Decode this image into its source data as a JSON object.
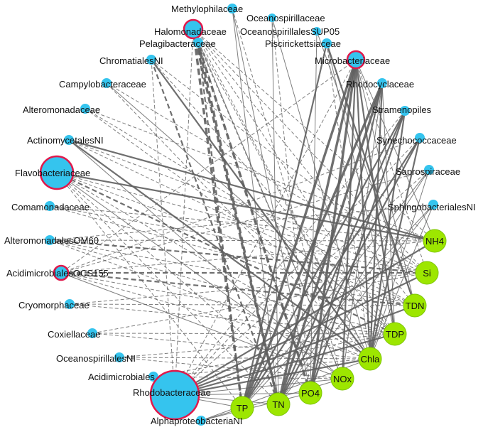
{
  "colors": {
    "taxon_fill": "#35c4ee",
    "hub_stroke": "#e0194b",
    "env_fill": "#9de600",
    "env_stroke": "#7cc400",
    "edge": "#5f5f5f"
  },
  "taxa": [
    {
      "id": "methylophilaceae",
      "label": "Methylophilaceae",
      "hub": false
    },
    {
      "id": "oceanospirillaceae",
      "label": "Oceanospirillaceae",
      "hub": false
    },
    {
      "id": "halomonadaceae",
      "label": "Halomonadaceae",
      "hub": true
    },
    {
      "id": "oceanospirillalessup05",
      "label": "OceanospirillalesSUP05",
      "hub": false
    },
    {
      "id": "pelagibacteraceae",
      "label": "Pelagibacteraceae",
      "hub": false
    },
    {
      "id": "piscirickettsiaceae",
      "label": "Piscirickettsiaceae",
      "hub": false
    },
    {
      "id": "chromatialesni",
      "label": "ChromatialesNI",
      "hub": false
    },
    {
      "id": "microbacteriaceae",
      "label": "Microbacteriaceae",
      "hub": true
    },
    {
      "id": "campylobacteraceae",
      "label": "Campylobacteraceae",
      "hub": false
    },
    {
      "id": "rhodocyclaceae",
      "label": "Rhodocyclaceae",
      "hub": false
    },
    {
      "id": "alteromonadaceae",
      "label": "Alteromonadaceae",
      "hub": false
    },
    {
      "id": "stramenopiles",
      "label": "Stramenopiles",
      "hub": false
    },
    {
      "id": "actinomycetalesni",
      "label": "ActinomycetalesNI",
      "hub": false
    },
    {
      "id": "synechococcaceae",
      "label": "Synechococcaceae",
      "hub": false
    },
    {
      "id": "flavobacteriaceae",
      "label": "Flavobacteriaceae",
      "hub": true
    },
    {
      "id": "saprospiraceae",
      "label": "Saprospiraceae",
      "hub": false
    },
    {
      "id": "comamonadaceae",
      "label": "Comamonadaceae",
      "hub": false
    },
    {
      "id": "sphingobacterialesni",
      "label": "SphingobacterialesNI",
      "hub": false
    },
    {
      "id": "alteromonadalesom60",
      "label": "AlteromonadalesOM60",
      "hub": false
    },
    {
      "id": "acidimicrobialesocs155",
      "label": "AcidimicrobialesOCS155",
      "hub": true
    },
    {
      "id": "cryomorphaceae",
      "label": "Cryomorphaceae",
      "hub": false
    },
    {
      "id": "coxiellaceae",
      "label": "Coxiellaceae",
      "hub": false
    },
    {
      "id": "oceanospirillalesni",
      "label": "OceanospirillalesNI",
      "hub": false
    },
    {
      "id": "acidimicrobiales",
      "label": "Acidimicrobiales",
      "hub": false
    },
    {
      "id": "rhodobacteraceae",
      "label": "Rhodobacteraceae",
      "hub": true
    },
    {
      "id": "alphaproteobacteriani",
      "label": "AlphaproteobacteriaNI",
      "hub": false
    }
  ],
  "env": [
    {
      "id": "nh4",
      "label": "NH4"
    },
    {
      "id": "si",
      "label": "Si"
    },
    {
      "id": "tdn",
      "label": "TDN"
    },
    {
      "id": "tdp",
      "label": "TDP"
    },
    {
      "id": "chla",
      "label": "Chla"
    },
    {
      "id": "nox",
      "label": "NOx"
    },
    {
      "id": "po4",
      "label": "PO4"
    },
    {
      "id": "tn",
      "label": "TN"
    },
    {
      "id": "tp",
      "label": "TP"
    }
  ],
  "edges": [
    [
      "halomonadaceae",
      "tp",
      3,
      "dash"
    ],
    [
      "halomonadaceae",
      "tn",
      3,
      "dash"
    ],
    [
      "halomonadaceae",
      "po4",
      3,
      "dash"
    ],
    [
      "halomonadaceae",
      "chla",
      1,
      "dash"
    ],
    [
      "halomonadaceae",
      "tdp",
      1,
      "dash"
    ],
    [
      "halomonadaceae",
      "nox",
      1,
      "solid"
    ],
    [
      "halomonadaceae",
      "tdn",
      1,
      "dash"
    ],
    [
      "halomonadaceae",
      "nh4",
      1,
      "dash"
    ],
    [
      "halomonadaceae",
      "si",
      1,
      "dash"
    ],
    [
      "pelagibacteraceae",
      "tn",
      3,
      "dash"
    ],
    [
      "pelagibacteraceae",
      "tp",
      2,
      "dash"
    ],
    [
      "pelagibacteraceae",
      "po4",
      1,
      "dash"
    ],
    [
      "pelagibacteraceae",
      "nox",
      1,
      "dash"
    ],
    [
      "pelagibacteraceae",
      "chla",
      1,
      "dash"
    ],
    [
      "methylophilaceae",
      "po4",
      1,
      "solid"
    ],
    [
      "methylophilaceae",
      "tn",
      1,
      "solid"
    ],
    [
      "methylophilaceae",
      "nox",
      1,
      "dash"
    ],
    [
      "oceanospirillaceae",
      "chla",
      1,
      "solid"
    ],
    [
      "oceanospirillaceae",
      "tn",
      1,
      "solid"
    ],
    [
      "oceanospirillaceae",
      "po4",
      1,
      "dash"
    ],
    [
      "oceanospirillalessup05",
      "po4",
      1,
      "solid"
    ],
    [
      "oceanospirillalessup05",
      "tdn",
      1,
      "solid"
    ],
    [
      "piscirickettsiaceae",
      "tdn",
      2,
      "solid"
    ],
    [
      "piscirickettsiaceae",
      "tdp",
      1,
      "solid"
    ],
    [
      "piscirickettsiaceae",
      "tp",
      2,
      "solid"
    ],
    [
      "piscirickettsiaceae",
      "chla",
      1,
      "dash"
    ],
    [
      "chromatialesni",
      "tdp",
      1,
      "dash"
    ],
    [
      "chromatialesni",
      "si",
      1,
      "dash"
    ],
    [
      "chromatialesni",
      "tn",
      2,
      "dash"
    ],
    [
      "chromatialesni",
      "chla",
      2,
      "solid"
    ],
    [
      "microbacteriaceae",
      "tp",
      3,
      "solid"
    ],
    [
      "microbacteriaceae",
      "tn",
      3,
      "solid"
    ],
    [
      "microbacteriaceae",
      "po4",
      3,
      "solid"
    ],
    [
      "microbacteriaceae",
      "nox",
      2,
      "solid"
    ],
    [
      "microbacteriaceae",
      "chla",
      2,
      "solid"
    ],
    [
      "microbacteriaceae",
      "tdp",
      2,
      "solid"
    ],
    [
      "microbacteriaceae",
      "tdn",
      1,
      "solid"
    ],
    [
      "microbacteriaceae",
      "si",
      1,
      "dash"
    ],
    [
      "microbacteriaceae",
      "nh4",
      1,
      "solid"
    ],
    [
      "microbacteriaceae",
      "rhodobacteraceae",
      1,
      "dash"
    ],
    [
      "microbacteriaceae",
      "acidimicrobialesocs155",
      1,
      "dash"
    ],
    [
      "campylobacteraceae",
      "si",
      1,
      "dash"
    ],
    [
      "campylobacteraceae",
      "chla",
      1,
      "dash"
    ],
    [
      "campylobacteraceae",
      "tdp",
      1,
      "solid"
    ],
    [
      "rhodocyclaceae",
      "tp",
      3,
      "solid"
    ],
    [
      "rhodocyclaceae",
      "tn",
      3,
      "solid"
    ],
    [
      "rhodocyclaceae",
      "po4",
      2,
      "solid"
    ],
    [
      "rhodocyclaceae",
      "chla",
      2,
      "solid"
    ],
    [
      "rhodocyclaceae",
      "nox",
      1,
      "solid"
    ],
    [
      "rhodocyclaceae",
      "tdp",
      1,
      "solid"
    ],
    [
      "alteromonadaceae",
      "nh4",
      1,
      "dash"
    ],
    [
      "alteromonadaceae",
      "tdn",
      1,
      "dash"
    ],
    [
      "alteromonadaceae",
      "tdp",
      1,
      "dash"
    ],
    [
      "stramenopiles",
      "tn",
      2,
      "solid"
    ],
    [
      "stramenopiles",
      "tp",
      2,
      "solid"
    ],
    [
      "stramenopiles",
      "po4",
      2,
      "solid"
    ],
    [
      "stramenopiles",
      "chla",
      2,
      "solid"
    ],
    [
      "stramenopiles",
      "rhodobacteraceae",
      1,
      "dash"
    ],
    [
      "actinomycetalesni",
      "chla",
      2,
      "solid"
    ],
    [
      "actinomycetalesni",
      "nox",
      1,
      "solid"
    ],
    [
      "actinomycetalesni",
      "si",
      1,
      "dash"
    ],
    [
      "actinomycetalesni",
      "tdn",
      1,
      "dash"
    ],
    [
      "actinomycetalesni",
      "nh4",
      2,
      "solid"
    ],
    [
      "synechococcaceae",
      "tn",
      2,
      "solid"
    ],
    [
      "synechococcaceae",
      "tp",
      2,
      "solid"
    ],
    [
      "synechococcaceae",
      "chla",
      2,
      "solid"
    ],
    [
      "synechococcaceae",
      "acidimicrobialesocs155",
      1,
      "dash"
    ],
    [
      "synechococcaceae",
      "rhodobacteraceae",
      1,
      "dash"
    ],
    [
      "flavobacteriaceae",
      "nh4",
      2,
      "solid"
    ],
    [
      "flavobacteriaceae",
      "si",
      1,
      "dash"
    ],
    [
      "flavobacteriaceae",
      "tdn",
      1,
      "dash"
    ],
    [
      "flavobacteriaceae",
      "tdp",
      2,
      "dash"
    ],
    [
      "flavobacteriaceae",
      "chla",
      1,
      "dash"
    ],
    [
      "flavobacteriaceae",
      "nox",
      1,
      "solid"
    ],
    [
      "flavobacteriaceae",
      "tn",
      1,
      "dash"
    ],
    [
      "flavobacteriaceae",
      "tp",
      1,
      "dash"
    ],
    [
      "flavobacteriaceae",
      "po4",
      1,
      "dash"
    ],
    [
      "saprospiraceae",
      "tp",
      1,
      "solid"
    ],
    [
      "saprospiraceae",
      "tn",
      1,
      "solid"
    ],
    [
      "saprospiraceae",
      "chla",
      1,
      "solid"
    ],
    [
      "saprospiraceae",
      "acidimicrobialesocs155",
      1,
      "dash"
    ],
    [
      "saprospiraceae",
      "rhodobacteraceae",
      1,
      "dash"
    ],
    [
      "comamonadaceae",
      "nh4",
      1,
      "dash"
    ],
    [
      "comamonadaceae",
      "si",
      1,
      "dash"
    ],
    [
      "comamonadaceae",
      "tdn",
      1,
      "dash"
    ],
    [
      "sphingobacterialesni",
      "tn",
      1,
      "solid"
    ],
    [
      "sphingobacterialesni",
      "tp",
      1,
      "solid"
    ],
    [
      "sphingobacterialesni",
      "alteromonadalesom60",
      1,
      "dash"
    ],
    [
      "sphingobacterialesni",
      "chla",
      1,
      "solid"
    ],
    [
      "alteromonadalesom60",
      "si",
      2,
      "dash"
    ],
    [
      "alteromonadalesom60",
      "tdn",
      1,
      "dash"
    ],
    [
      "alteromonadalesom60",
      "tdp",
      1,
      "dash"
    ],
    [
      "alteromonadalesom60",
      "nh4",
      1,
      "dash"
    ],
    [
      "alteromonadalesom60",
      "chla",
      1,
      "dash"
    ],
    [
      "acidimicrobialesocs155",
      "si",
      2,
      "dash"
    ],
    [
      "acidimicrobialesocs155",
      "tdn",
      2,
      "dash"
    ],
    [
      "acidimicrobialesocs155",
      "tdp",
      1,
      "dash"
    ],
    [
      "acidimicrobialesocs155",
      "nh4",
      1,
      "dash"
    ],
    [
      "acidimicrobialesocs155",
      "chla",
      1,
      "dash"
    ],
    [
      "acidimicrobialesocs155",
      "nox",
      1,
      "solid"
    ],
    [
      "cryomorphaceae",
      "tdn",
      1,
      "dash"
    ],
    [
      "cryomorphaceae",
      "si",
      1,
      "dash"
    ],
    [
      "cryomorphaceae",
      "tdp",
      1,
      "dash"
    ],
    [
      "coxiellaceae",
      "tdp",
      1,
      "dash"
    ],
    [
      "coxiellaceae",
      "chla",
      1,
      "dash"
    ],
    [
      "coxiellaceae",
      "si",
      1,
      "dash"
    ],
    [
      "oceanospirillalesni",
      "tdp",
      1,
      "dash"
    ],
    [
      "oceanospirillalesni",
      "chla",
      1,
      "dash"
    ],
    [
      "oceanospirillalesni",
      "nox",
      1,
      "dash"
    ],
    [
      "acidimicrobiales",
      "chla",
      1,
      "dash"
    ],
    [
      "acidimicrobiales",
      "nox",
      1,
      "dash"
    ],
    [
      "acidimicrobiales",
      "tdp",
      1,
      "dash"
    ],
    [
      "rhodobacteraceae",
      "nh4",
      2,
      "solid"
    ],
    [
      "rhodobacteraceae",
      "si",
      2,
      "solid"
    ],
    [
      "rhodobacteraceae",
      "tdn",
      2,
      "solid"
    ],
    [
      "rhodobacteraceae",
      "tdp",
      2,
      "solid"
    ],
    [
      "rhodobacteraceae",
      "chla",
      2,
      "solid"
    ],
    [
      "rhodobacteraceae",
      "nox",
      1,
      "solid"
    ],
    [
      "rhodobacteraceae",
      "po4",
      1,
      "solid"
    ],
    [
      "rhodobacteraceae",
      "tn",
      1,
      "solid"
    ],
    [
      "rhodobacteraceae",
      "tp",
      1,
      "solid"
    ],
    [
      "alphaproteobacteriani",
      "chla",
      1,
      "solid"
    ],
    [
      "alphaproteobacteriani",
      "nox",
      1,
      "solid"
    ],
    [
      "alphaproteobacteriani",
      "po4",
      1,
      "solid"
    ],
    [
      "halomonadaceae",
      "rhodobacteraceae",
      1,
      "dash"
    ],
    [
      "chromatialesni",
      "rhodobacteraceae",
      1,
      "dash"
    ]
  ]
}
